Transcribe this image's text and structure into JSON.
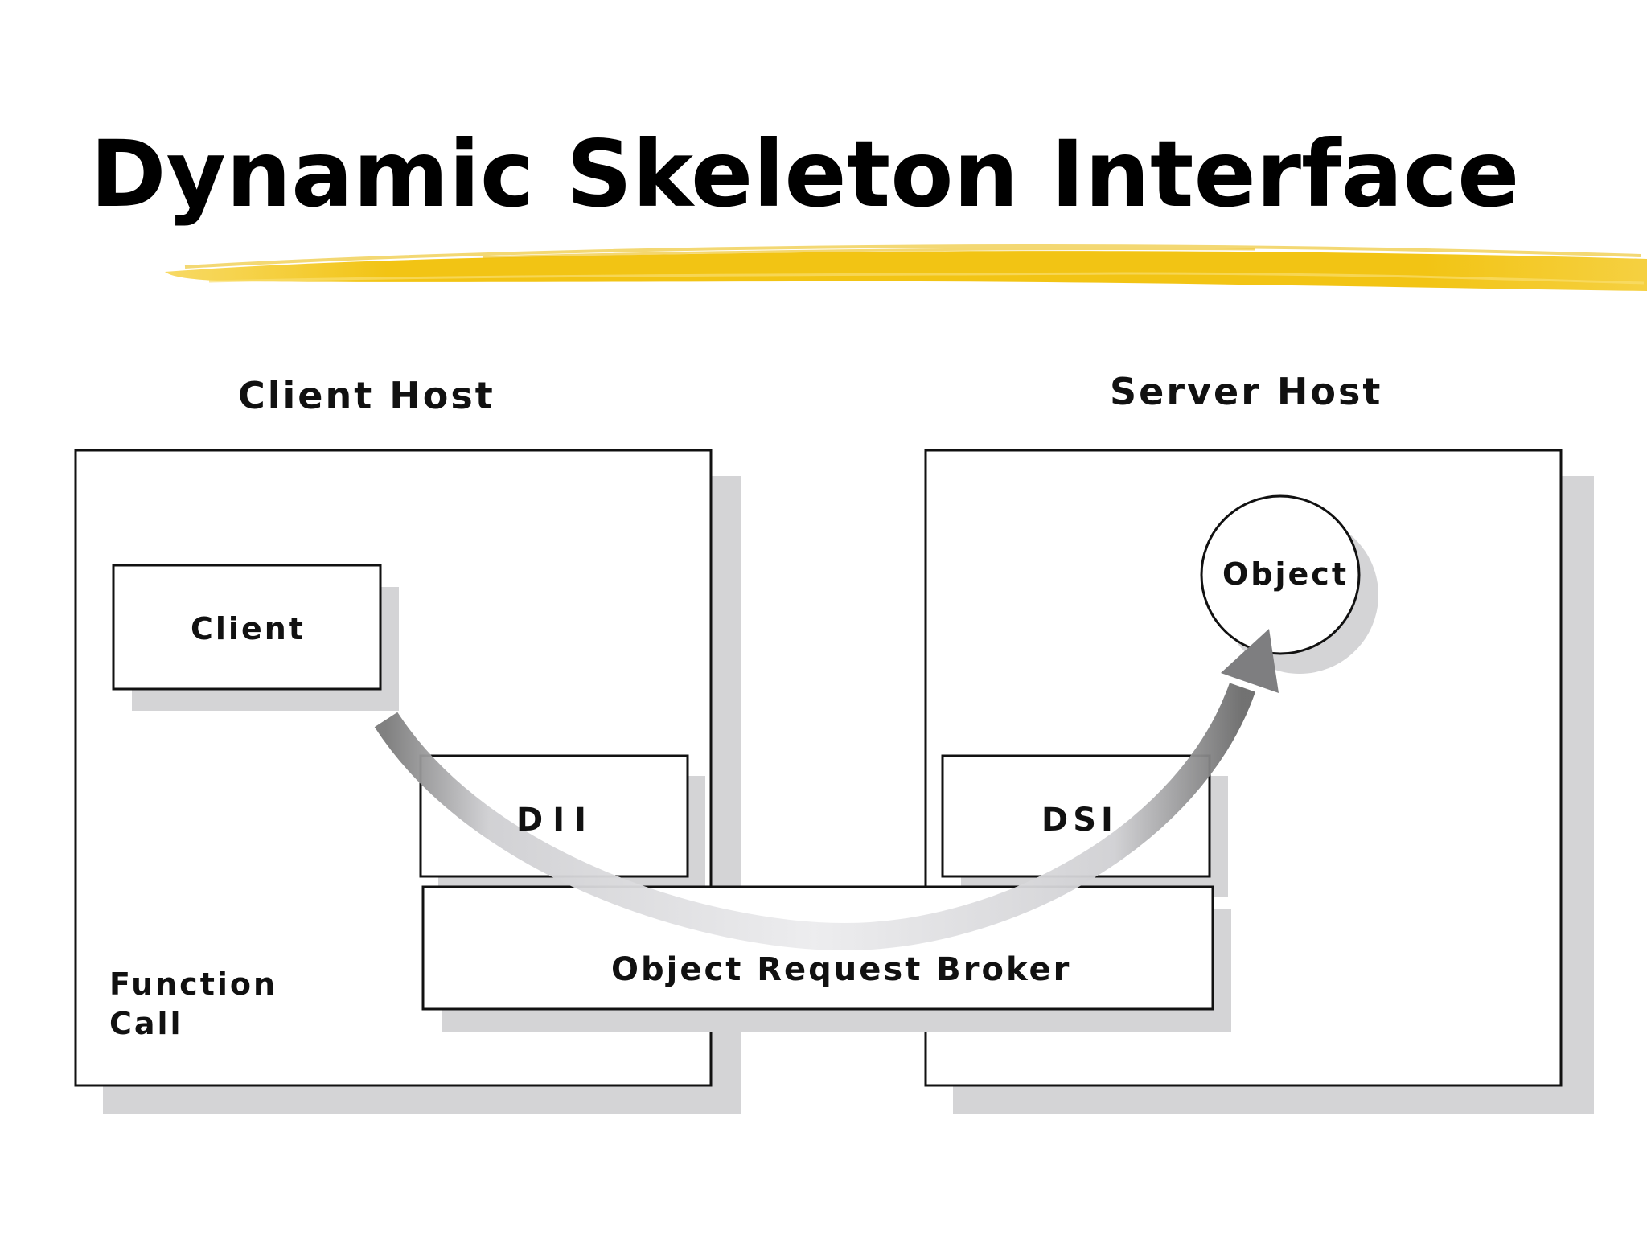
{
  "slide": {
    "title": "Dynamic Skeleton Interface",
    "accent_color": "#F2C414"
  },
  "diagram": {
    "client_host_label": "Client Host",
    "server_host_label": "Server Host",
    "client_label": "Client",
    "dii_label": "DII",
    "dsi_label": "DSI",
    "object_label": "Object",
    "orb_label": "Object Request Broker",
    "function_call_label": [
      "Function",
      "Call"
    ]
  }
}
